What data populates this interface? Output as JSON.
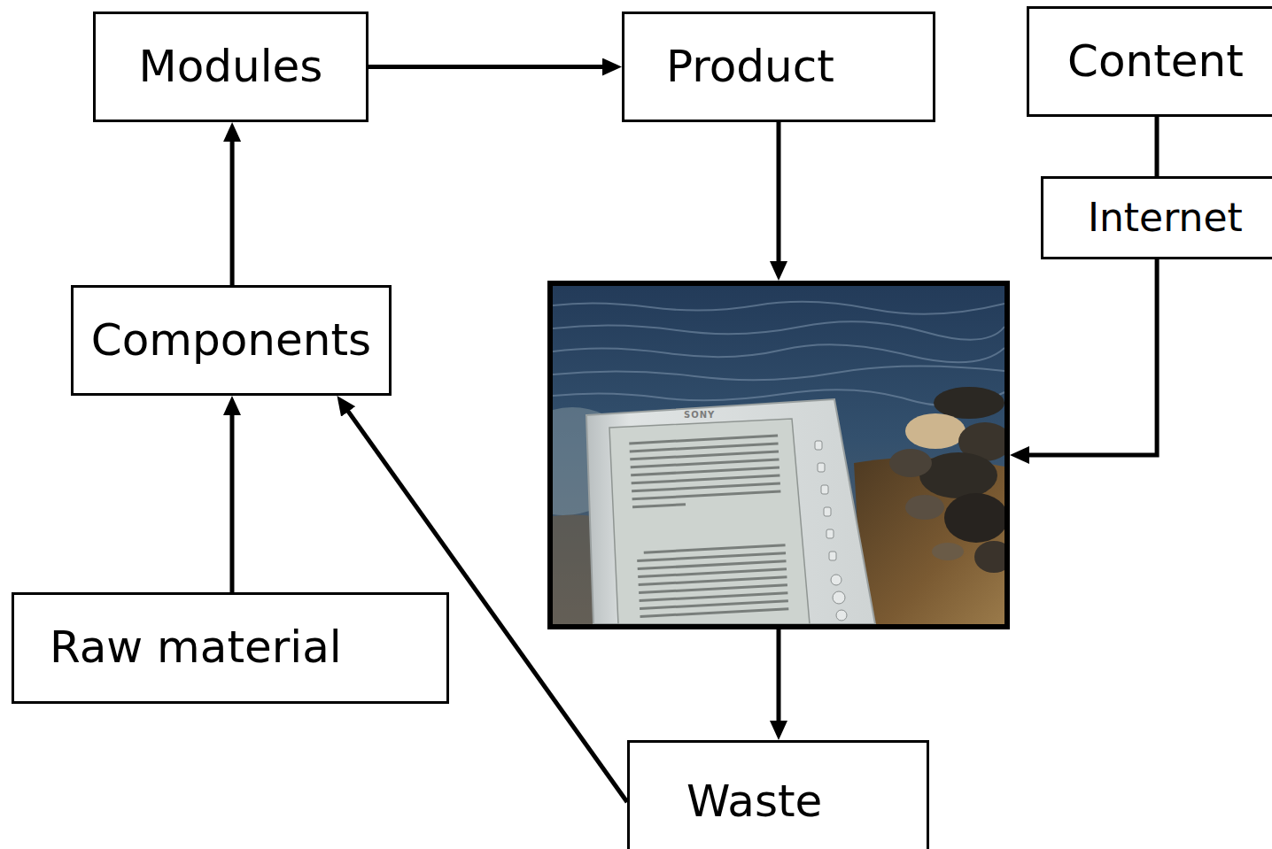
{
  "diagram": {
    "nodes": [
      {
        "text": [
          "Modules"
        ]
      },
      {
        "text": [
          "Product"
        ]
      },
      {
        "text": [
          "Content"
        ]
      },
      {
        "text": [
          "Internet"
        ]
      },
      {
        "text": [
          "Components"
        ]
      },
      {
        "text": [
          "SONY"
        ]
      },
      {
        "text": [
          "Raw material"
        ]
      },
      {
        "text": [
          "Waste"
        ]
      }
    ],
    "edges": [
      {
        "from": 4,
        "to": 0,
        "arrow": "to"
      },
      {
        "from": 0,
        "to": 1,
        "arrow": "to"
      },
      {
        "from": 1,
        "to": 5,
        "arrow": "to"
      },
      {
        "from": 2,
        "to": 3,
        "arrow": "none"
      },
      {
        "from": 3,
        "to": 5,
        "arrow": "to"
      },
      {
        "from": 6,
        "to": 4,
        "arrow": "to"
      },
      {
        "from": 5,
        "to": 7,
        "arrow": "to"
      },
      {
        "from": 7,
        "to": 4,
        "arrow": "to"
      }
    ]
  }
}
